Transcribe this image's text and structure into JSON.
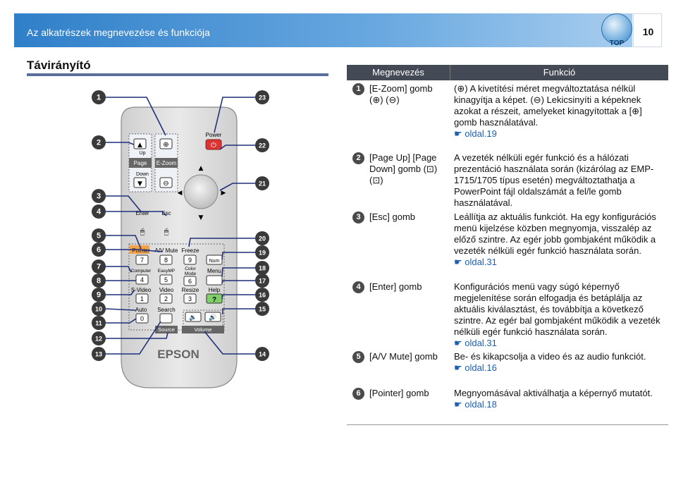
{
  "header": {
    "title": "Az alkatrészek megnevezése és funkciója",
    "top_label": "TOP",
    "page": "10"
  },
  "section": {
    "title": "Távirányító"
  },
  "remote": {
    "buttons": {
      "up": "Up",
      "page": "Page",
      "down": "Down",
      "ezoom": "E-Zoom",
      "power": "Power",
      "enter": "Enter",
      "esc": "Esc",
      "pointer": "Pointer",
      "avmute": "A/V Mute",
      "freeze": "Freeze",
      "num": "Num",
      "computer": "Computer",
      "easymp": "EasyMP",
      "colormode1": "Color",
      "colormode2": "Mode",
      "menu": "Menu",
      "svideo": "S-Video",
      "video": "Video",
      "resize": "Resize",
      "help": "Help",
      "auto": "Auto",
      "search": "Search",
      "source": "Source",
      "volume": "Volume",
      "brand": "EPSON",
      "k7": "7",
      "k8": "8",
      "k9": "9",
      "k4": "4",
      "k5": "5",
      "k6": "6",
      "k1": "1",
      "k2": "2",
      "k3": "3",
      "k0": "0",
      "q": "?"
    },
    "callouts_left": [
      "1",
      "2",
      "3",
      "4",
      "5",
      "6",
      "7",
      "8",
      "9",
      "10",
      "11",
      "12",
      "13"
    ],
    "callouts_right": [
      "23",
      "22",
      "21",
      "20",
      "19",
      "18",
      "17",
      "16",
      "15",
      "14"
    ]
  },
  "table": {
    "col_name": "Megnevezés",
    "col_func": "Funkció",
    "rows": [
      {
        "num": "1",
        "name": "[E-Zoom] gomb (⊕) (⊖)",
        "func": "(⊕) A kivetítési méret megváltoztatása nélkül kinagyítja a képet. (⊖) Lekicsinyíti a képeknek azokat a részeit, amelyeket kinagyítottak a [⊕] gomb használatával.",
        "link": "☛ oldal.19"
      },
      {
        "num": "2",
        "name": "[Page Up] [Page Down] gomb (⊡) (⊡)",
        "func": "A vezeték nélküli egér funkció és a hálózati prezentáció használata során (kizárólag az EMP-1715/1705 típus esetén) megváltoztathatja a PowerPoint fájl oldalszámát a fel/le gomb használatával.",
        "link": ""
      },
      {
        "num": "3",
        "name": "[Esc] gomb",
        "func": "Leállítja az aktuális funkciót. Ha egy konfigurációs menü kijelzése közben megnyomja, visszalép az előző szintre. Az egér jobb gombjaként működik a vezeték nélküli egér funkció használata során.",
        "link": "☛ oldal.31"
      },
      {
        "num": "4",
        "name": "[Enter] gomb",
        "func": "Konfigurációs menü vagy súgó képernyő megjelenítése során elfogadja és betáplálja az aktuális kiválasztást, és továbbítja a következő szintre. Az egér bal gombjaként működik a vezeték nélküli egér funkció használata során.",
        "link": "☛ oldal.31"
      },
      {
        "num": "5",
        "name": "[A/V Mute] gomb",
        "func": "Be- és kikapcsolja a video és az audio funkciót.",
        "link": "☛ oldal.16"
      },
      {
        "num": "6",
        "name": "[Pointer] gomb",
        "func": "Megnyomásával aktiválhatja a képernyő mutatót.",
        "link": "☛ oldal.18"
      }
    ]
  }
}
